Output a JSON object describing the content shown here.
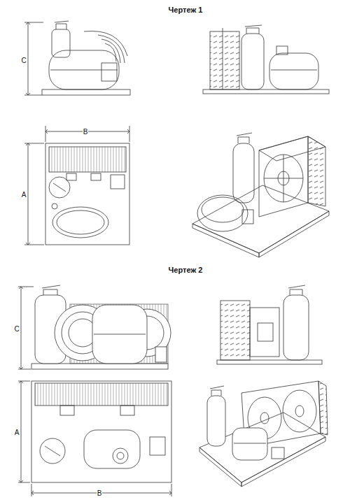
{
  "diagram": {
    "labels": [
      "Чертеж 1",
      "C",
      "B",
      "A",
      "Чертеж 2",
      "C",
      "A",
      "B"
    ]
  }
}
